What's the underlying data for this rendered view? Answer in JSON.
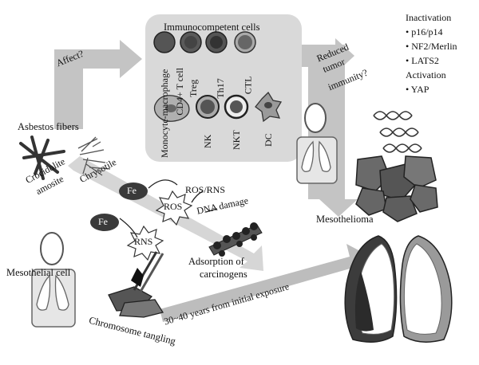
{
  "top_box": {
    "title": "Immunocompetent cells",
    "cells_row1": [
      "CD4+ T cell",
      "Treg",
      "Th17",
      "CTL"
    ],
    "cells_row2": [
      "Monocyte-macrophage",
      "NK",
      "NKT",
      "DC"
    ]
  },
  "arrows": {
    "affect": "Affect?",
    "reduced": [
      "Reduced",
      "tumor",
      "immunity?"
    ],
    "timeline": "30~40 years from initial exposure"
  },
  "right_list": {
    "inactivation_title": "Inactivation",
    "inactivation_items": [
      "p16/p14",
      "NF2/Merlin",
      "LATS2"
    ],
    "activation_title": "Activation",
    "activation_items": [
      "YAP"
    ]
  },
  "labels": {
    "asbestos": "Asbestos fibers",
    "crocidolite": "Crocidolite",
    "amosite": "amosite",
    "chrysotile": "Chrysotile",
    "fe1": "Fe",
    "fe2": "Fe",
    "ros_star": "ROS",
    "rns_star": "RNS",
    "ros_rns": "ROS/RNS",
    "dna_damage": "DNA damage",
    "adsorption": [
      "Adsorption of",
      "carcinogens"
    ],
    "mesothelial": "Mesothelial cell",
    "chromosome": "Chromosome tangling",
    "mesothelioma": "Mesothelioma"
  },
  "colors": {
    "panel": "#d9d9d9",
    "arrow": "#bdbdbd",
    "dark": "#3a3a3a",
    "mid": "#7a7a7a"
  }
}
